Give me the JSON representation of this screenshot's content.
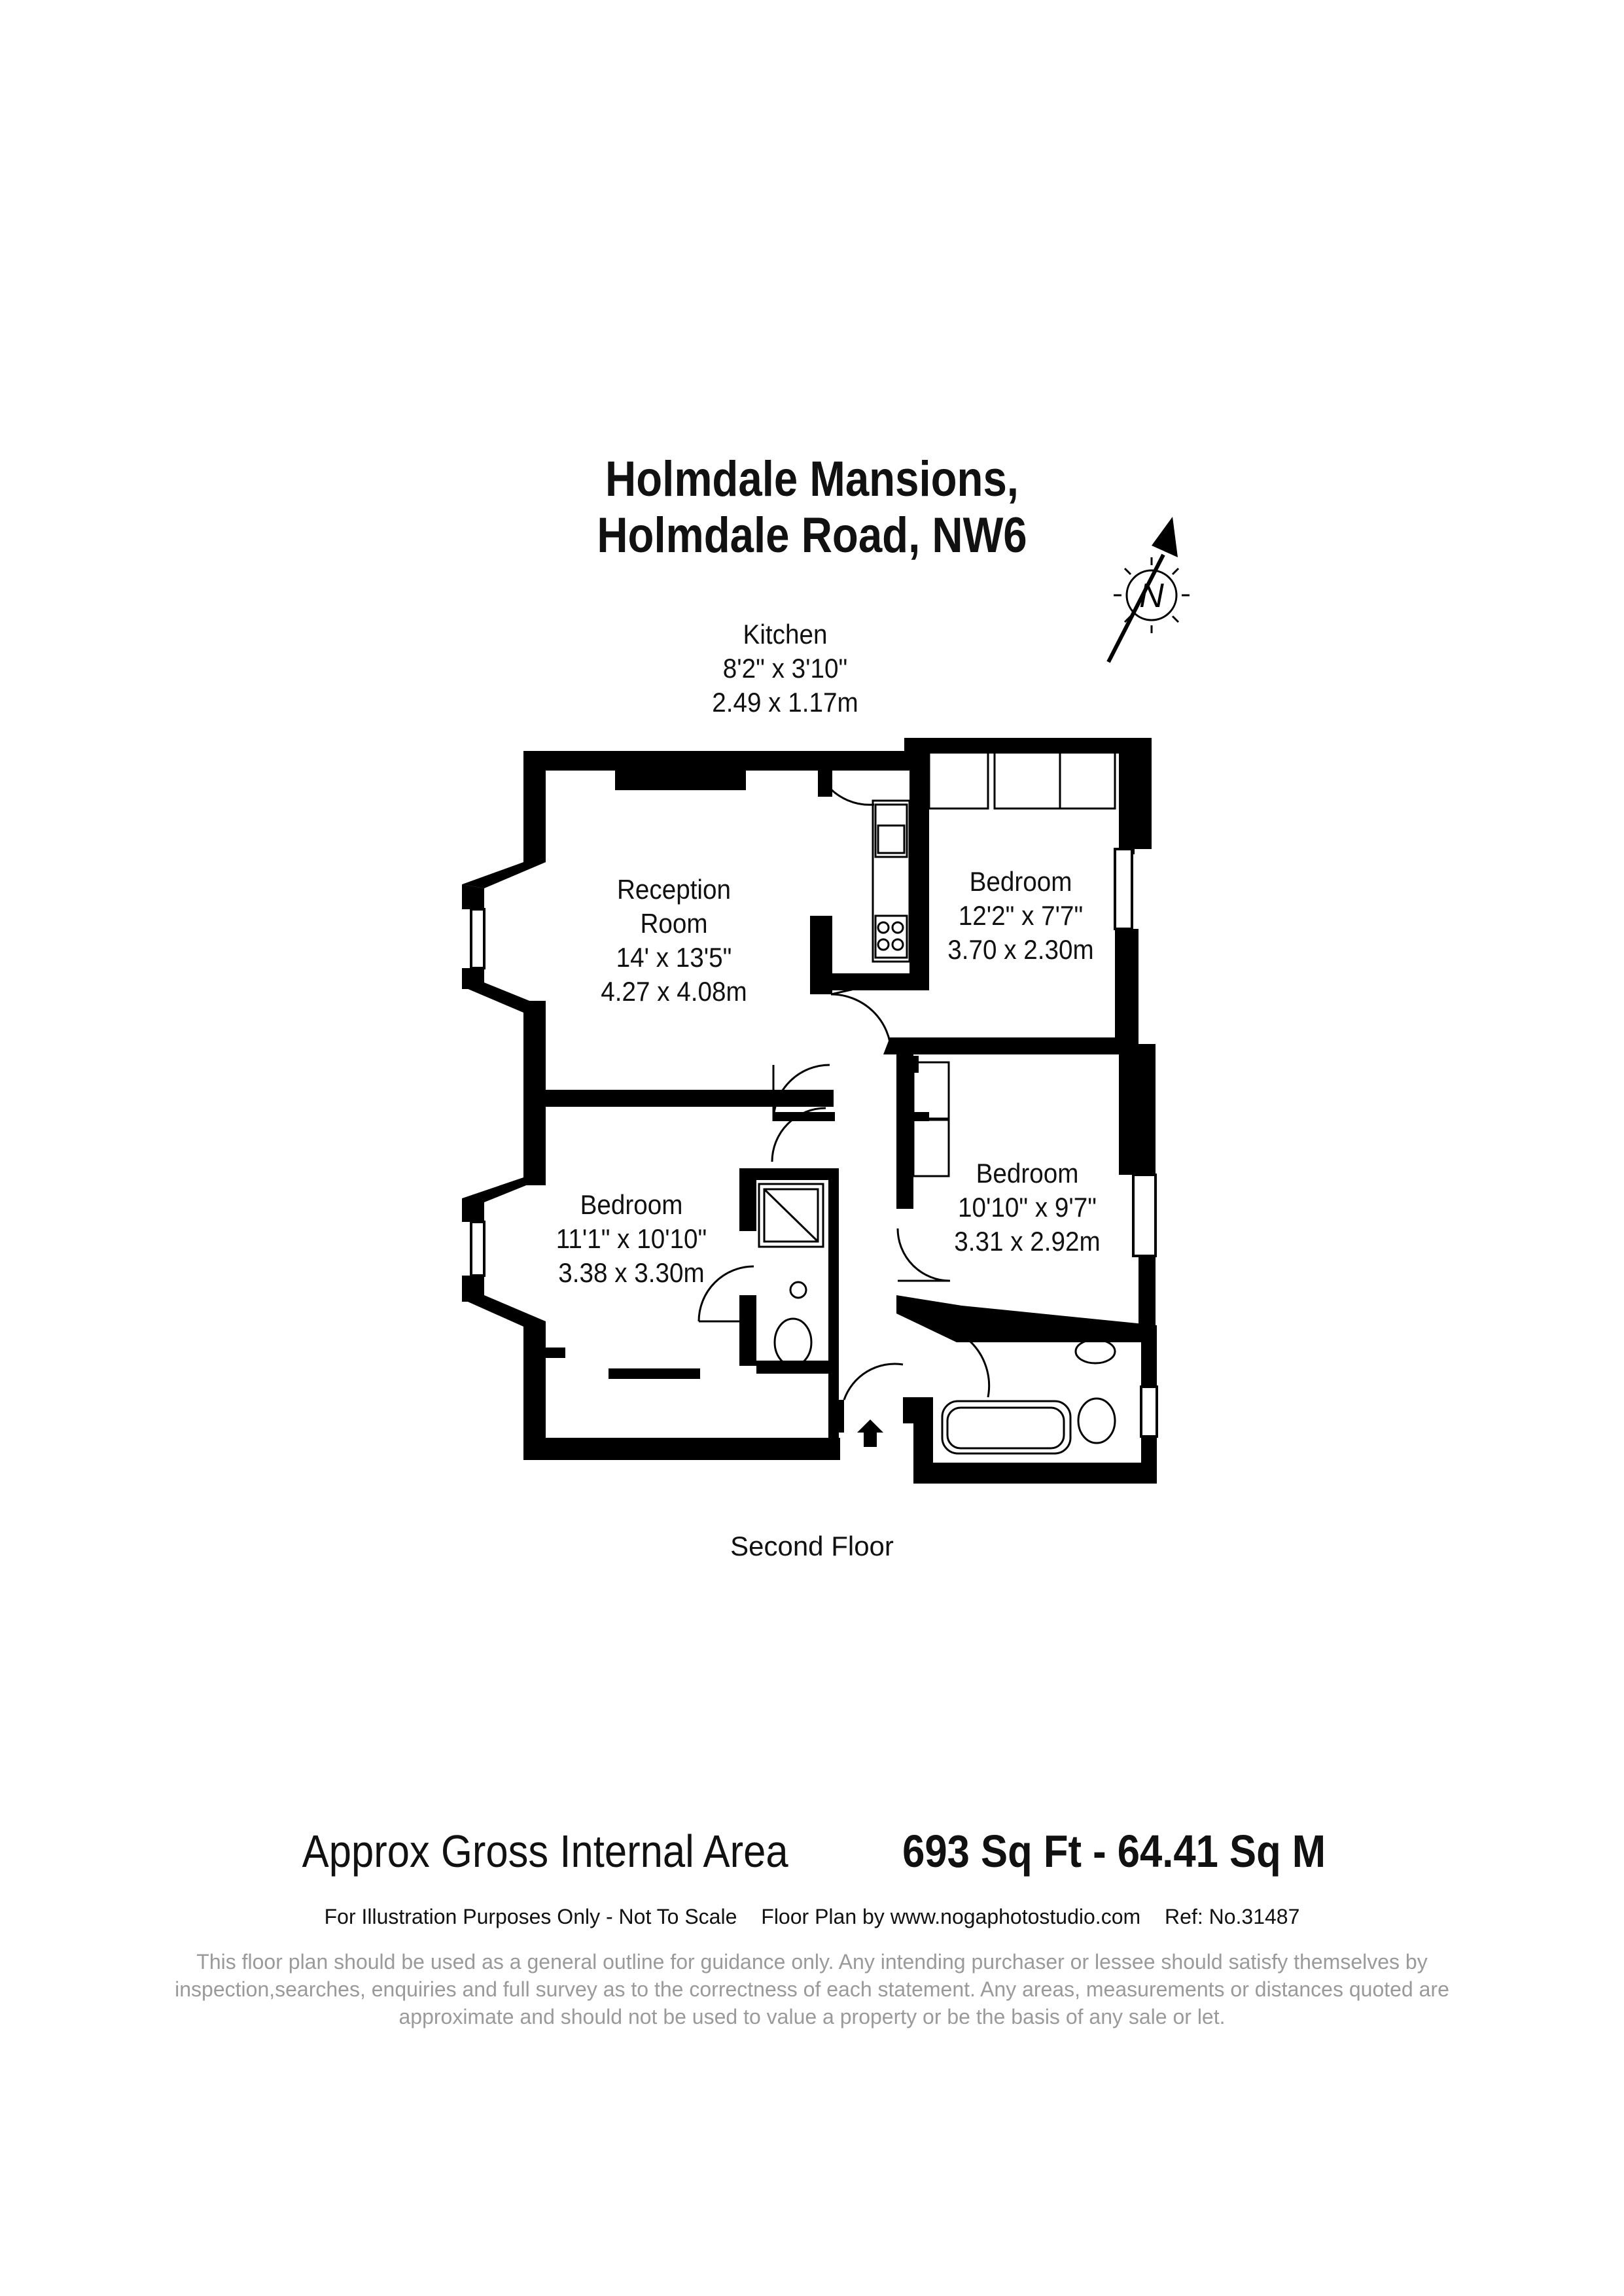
{
  "header": {
    "title_line1": "Holmdale Mansions,",
    "title_line2": "Holmdale Road, NW6"
  },
  "compass": {
    "letter": "N",
    "icon": "north-arrow-icon"
  },
  "rooms": {
    "kitchen": {
      "name": "Kitchen",
      "imperial": "8'2\" x 3'10\"",
      "metric": "2.49 x 1.17m"
    },
    "reception": {
      "name_line1": "Reception",
      "name_line2": "Room",
      "imperial": "14' x 13'5\"",
      "metric": "4.27 x 4.08m"
    },
    "bedroom1": {
      "name": "Bedroom",
      "imperial": "12'2\" x 7'7\"",
      "metric": "3.70 x 2.30m"
    },
    "bedroom2": {
      "name": "Bedroom",
      "imperial": "10'10\" x 9'7\"",
      "metric": "3.31 x 2.92m"
    },
    "bedroom3": {
      "name": "Bedroom",
      "imperial": "11'1\" x 10'10\"",
      "metric": "3.38 x 3.30m"
    }
  },
  "floor_label": "Second Floor",
  "area": {
    "label": "Approx Gross Internal Area",
    "value": "693 Sq Ft  -  64.41 Sq M"
  },
  "credits": {
    "illustration": "For Illustration Purposes Only - Not To Scale",
    "plan_by": "Floor Plan by www.nogaphotostudio.com",
    "ref": "Ref: No.31487"
  },
  "disclaimer": "This floor plan should be used as a general outline for guidance only. Any intending purchaser or lessee should satisfy themselves by inspection,searches, enquiries and full survey as to the correctness of each statement. Any areas, measurements or distances quoted are approximate and should not be used to value a property or be the basis of any sale or let.",
  "colors": {
    "wall": "#000000",
    "text": "#111111",
    "disclaimer": "#9a9a9a"
  }
}
